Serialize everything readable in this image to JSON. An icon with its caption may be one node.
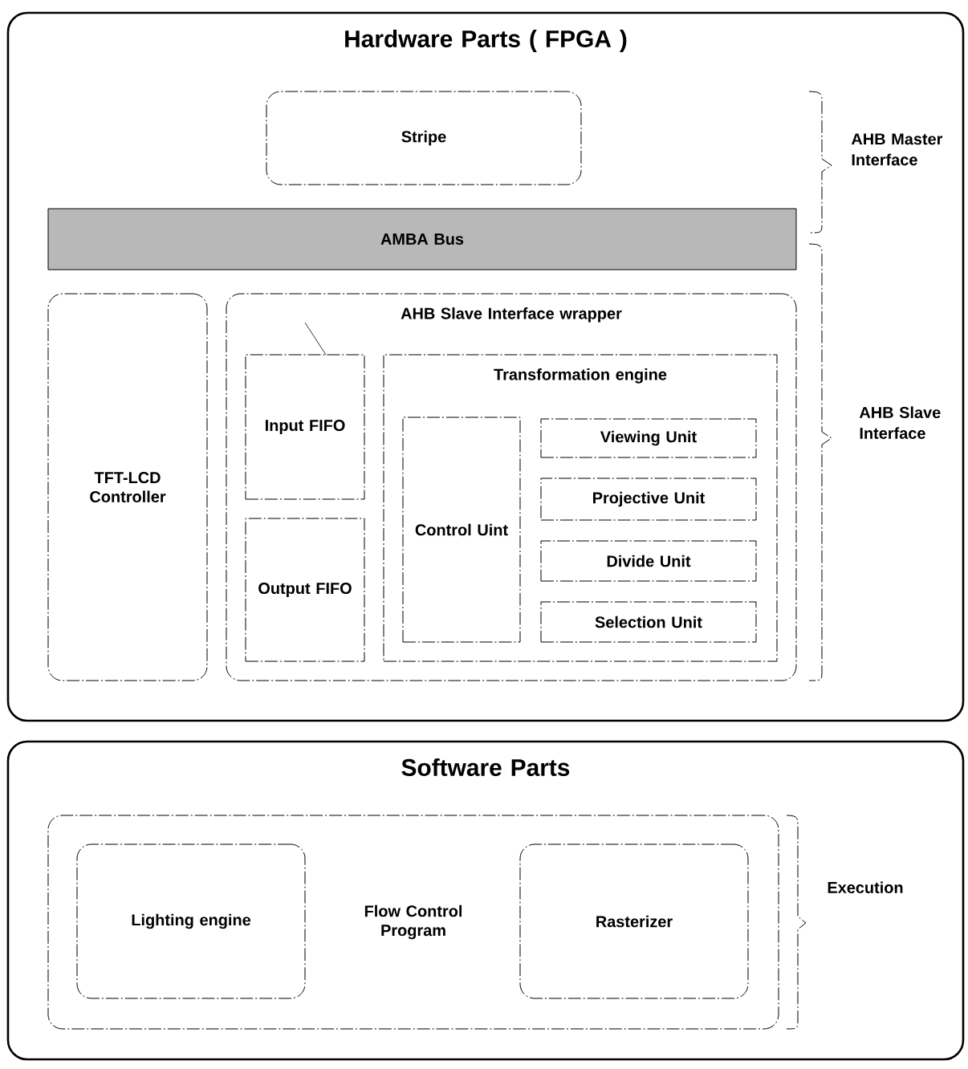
{
  "diagram": {
    "nodes": [
      {
        "text": [
          "Hardware Parts ( FPGA )"
        ]
      },
      {
        "text": [
          "Stripe"
        ],
        "in": 0
      },
      {
        "text": [
          "AMBA Bus"
        ],
        "in": 0
      },
      {
        "text": [
          "TFT-LCD Controller"
        ],
        "in": 0
      },
      {
        "text": [
          "AHB Slave Interface wrapper"
        ],
        "in": 0
      },
      {
        "text": [
          "Input FIFO"
        ],
        "in": 4
      },
      {
        "text": [
          "Output FIFO"
        ],
        "in": 4
      },
      {
        "text": [
          "Transformation engine"
        ],
        "in": 4
      },
      {
        "text": [
          "Control Uint"
        ],
        "in": 7
      },
      {
        "text": [
          "Viewing Unit"
        ],
        "in": 7
      },
      {
        "text": [
          "Projective Unit"
        ],
        "in": 7
      },
      {
        "text": [
          "Divide Unit"
        ],
        "in": 7
      },
      {
        "text": [
          "Selection Unit"
        ],
        "in": 7
      },
      {
        "text": [
          "Software Parts"
        ]
      },
      {
        "text": [
          "Flow Control Program"
        ],
        "in": 13
      },
      {
        "text": [
          "Lighting engine"
        ],
        "in": 14
      },
      {
        "text": [
          "Rasterizer"
        ],
        "in": 14
      }
    ],
    "labels": [
      "AHB Master Interface",
      "AHB Slave Interface",
      "Execution"
    ]
  }
}
